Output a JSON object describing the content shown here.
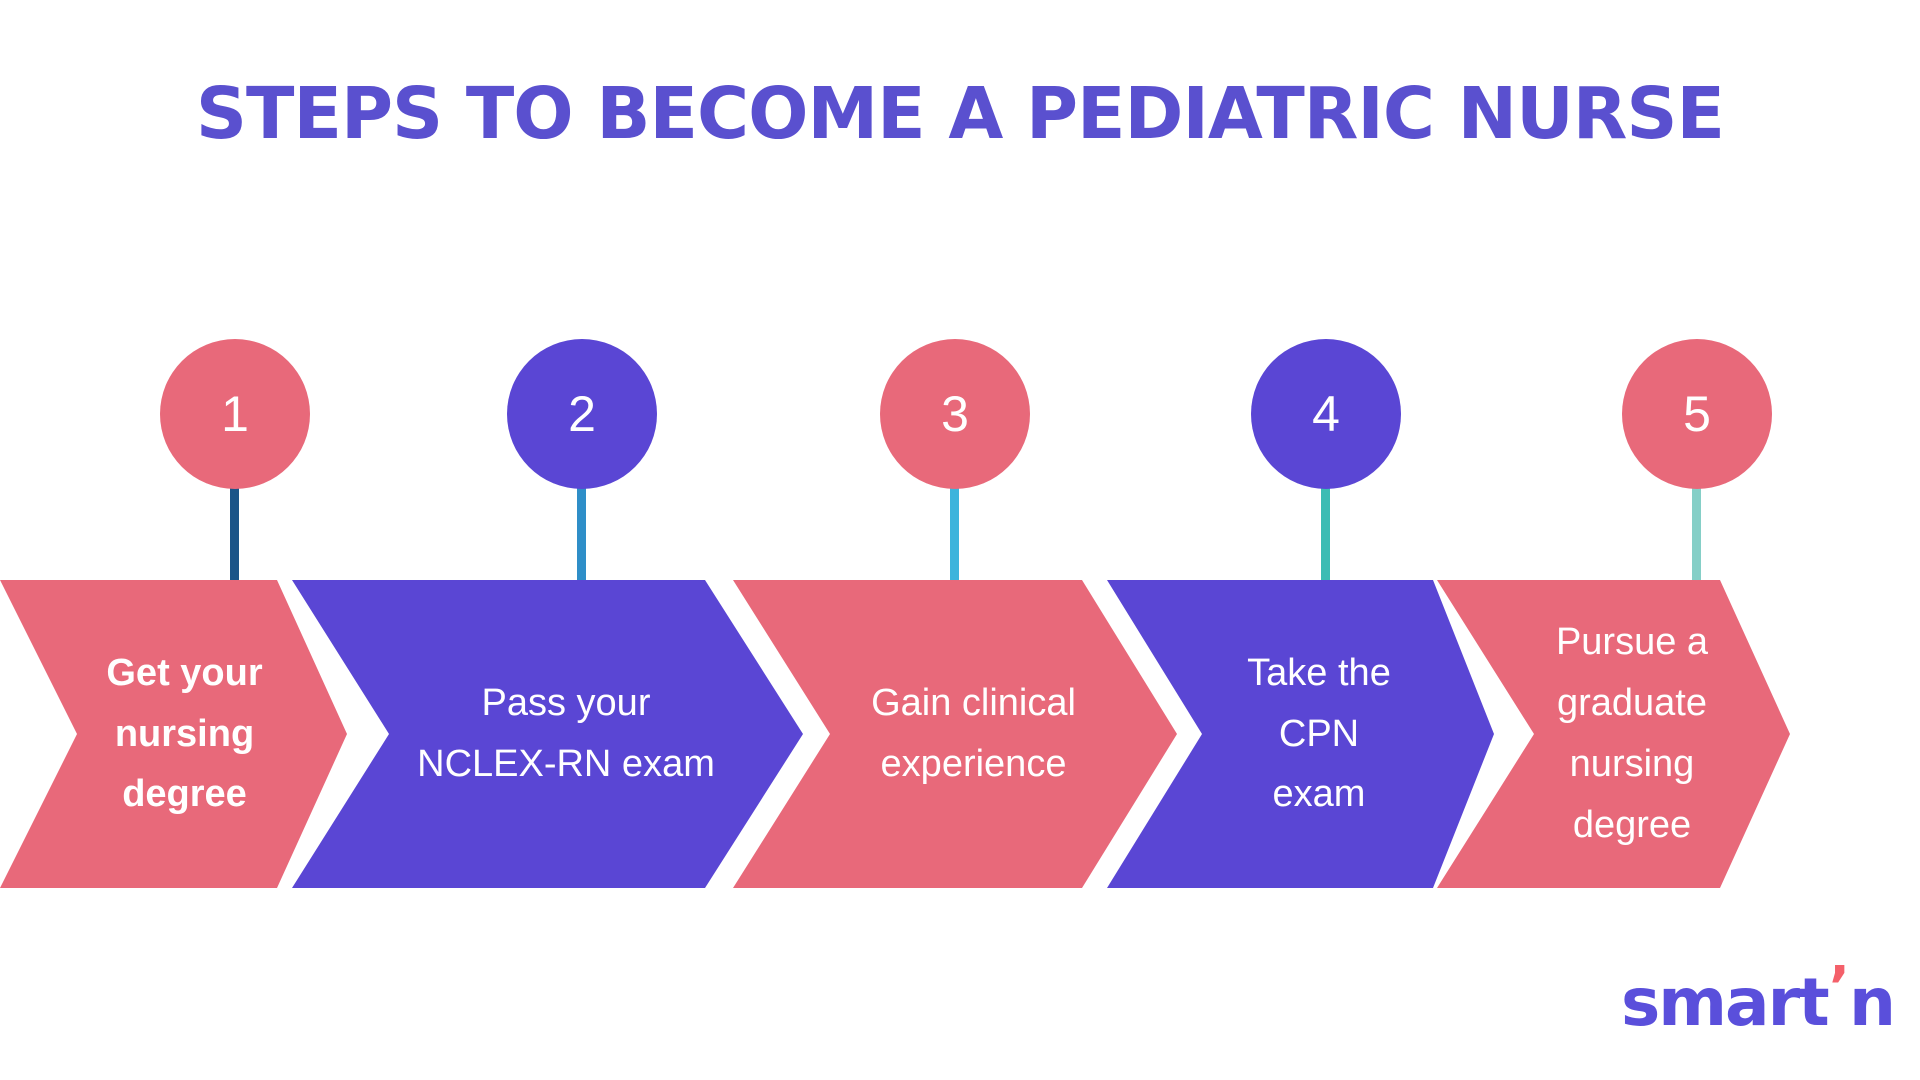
{
  "title": {
    "text": "STEPS TO BECOME A PEDIATRIC NURSE",
    "color": "#5a50cf"
  },
  "steps": [
    {
      "number": "1",
      "label": "Get your nursing degree",
      "lines": [
        "Get your",
        "nursing degree"
      ],
      "emphasis": "bold",
      "circle_color": "#e8697a",
      "arrow_color": "#e8697a",
      "connector_color": "#1b5488",
      "text_color": "#ffffff"
    },
    {
      "number": "2",
      "label": "Pass your NCLEX-RN exam",
      "lines": [
        "Pass your",
        "NCLEX-RN exam"
      ],
      "emphasis": "regular",
      "circle_color": "#5a46d4",
      "arrow_color": "#5a46d4",
      "connector_color": "#2e8ec8",
      "text_color": "#ffffff"
    },
    {
      "number": "3",
      "label": "Gain clinical experience",
      "lines": [
        "Gain clinical",
        "experience"
      ],
      "emphasis": "regular",
      "circle_color": "#e8697a",
      "arrow_color": "#e8697a",
      "connector_color": "#3cb4dc",
      "text_color": "#ffffff"
    },
    {
      "number": "4",
      "label": "Take the CPN exam",
      "lines": [
        "Take the CPN",
        "exam"
      ],
      "emphasis": "regular",
      "circle_color": "#5a46d4",
      "arrow_color": "#5a46d4",
      "connector_color": "#3bbcb4",
      "text_color": "#ffffff"
    },
    {
      "number": "5",
      "label": "Pursue a graduate nursing degree",
      "lines": [
        "Pursue a",
        "graduate nursing",
        "degree"
      ],
      "emphasis": "regular",
      "circle_color": "#e8697a",
      "arrow_color": "#e8697a",
      "connector_color": "#85cfc7",
      "text_color": "#ffffff"
    }
  ],
  "logo": {
    "prefix": "smart",
    "apostrophe": "’",
    "suffix": "n",
    "color": "#5a4fdb",
    "apostrophe_color": "#f4606a"
  },
  "background_color": "#ffffff"
}
